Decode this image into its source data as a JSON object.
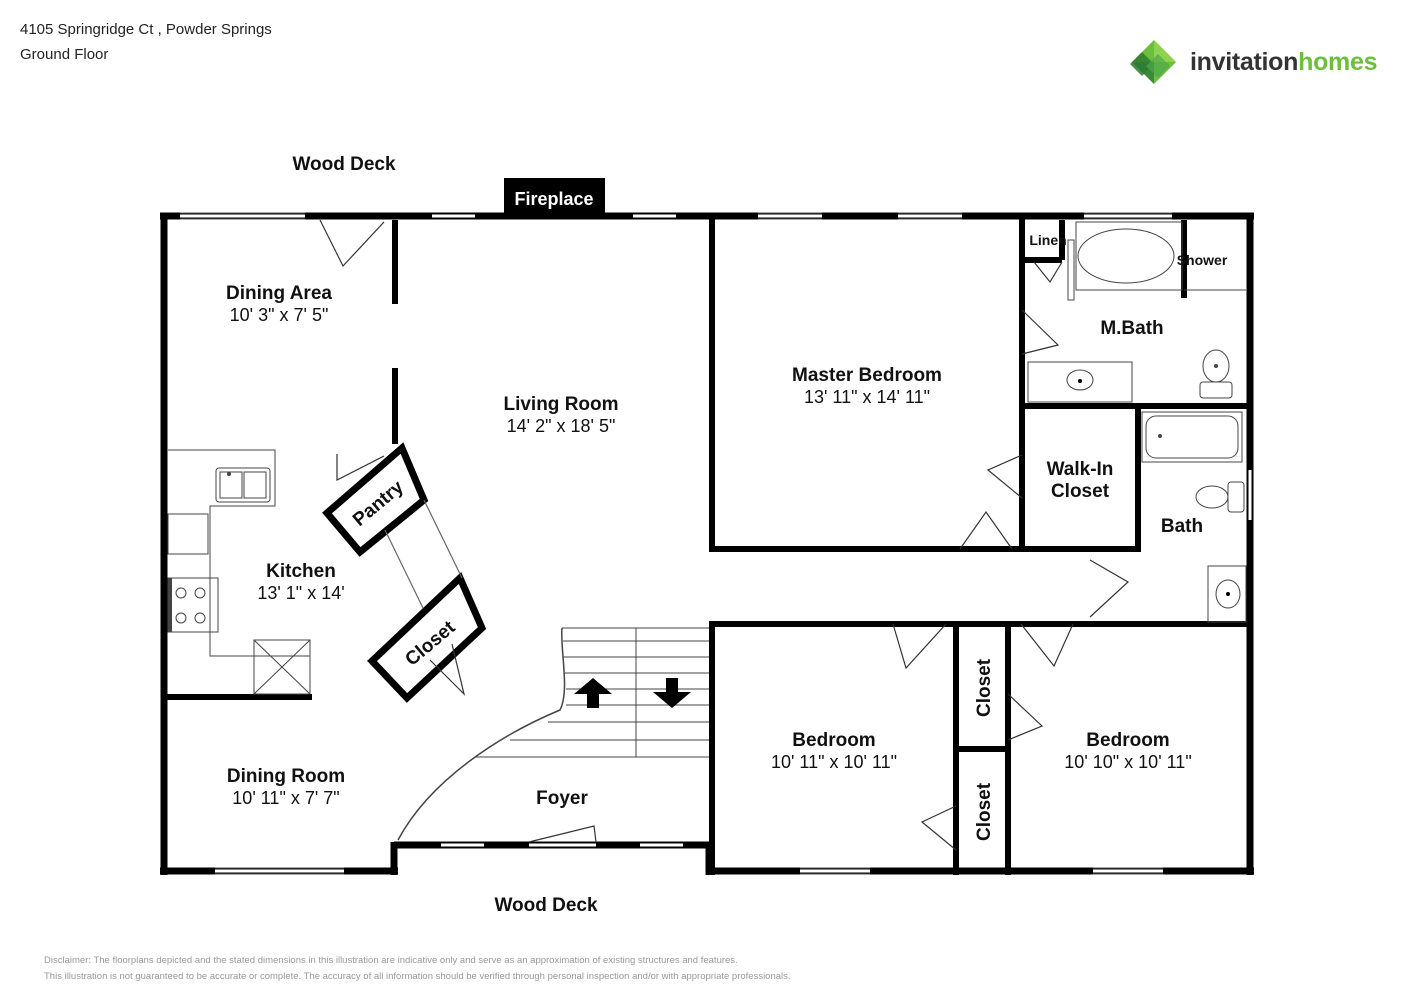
{
  "header": {
    "address": "4105 Springridge Ct , Powder Springs",
    "floor": "Ground Floor"
  },
  "logo": {
    "word_invitation": "invitation",
    "word_homes": "homes",
    "colors": {
      "dark_green": "#3a8a3a",
      "light_green": "#6bbf3a",
      "text": "#333333"
    }
  },
  "labels": {
    "wood_deck_top": "Wood Deck",
    "wood_deck_bottom": "Wood Deck",
    "fireplace": "Fireplace",
    "linen": "Linen",
    "shower": "Shower",
    "mbath": "M.Bath",
    "walkin_line1": "Walk-In",
    "walkin_line2": "Closet",
    "bath": "Bath",
    "pantry": "Pantry",
    "closet_kitchen": "Closet",
    "closet_upper": "Closet",
    "closet_lower": "Closet",
    "foyer": "Foyer"
  },
  "rooms": {
    "dining_area": {
      "name": "Dining Area",
      "dims": "10' 3\" x 7' 5\""
    },
    "living_room": {
      "name": "Living Room",
      "dims": "14' 2\" x 18' 5\""
    },
    "master_bedroom": {
      "name": "Master Bedroom",
      "dims": "13' 11\" x 14' 11\""
    },
    "kitchen": {
      "name": "Kitchen",
      "dims": "13' 1\" x 14'"
    },
    "dining_room": {
      "name": "Dining Room",
      "dims": "10' 11\" x 7' 7\""
    },
    "bedroom_1": {
      "name": "Bedroom",
      "dims": "10' 11\" x 10' 11\""
    },
    "bedroom_2": {
      "name": "Bedroom",
      "dims": "10' 10\" x 10' 11\""
    }
  },
  "disclaimer": {
    "line1": "Disclaimer: The floorplans depicted and the stated dimensions in this illustration are indicative only and serve as an approximation of existing structures and features.",
    "line2": "This illustration is not guaranteed to be accurate or complete. The accuracy of all information should be verified through personal inspection and/or with appropriate professionals."
  }
}
